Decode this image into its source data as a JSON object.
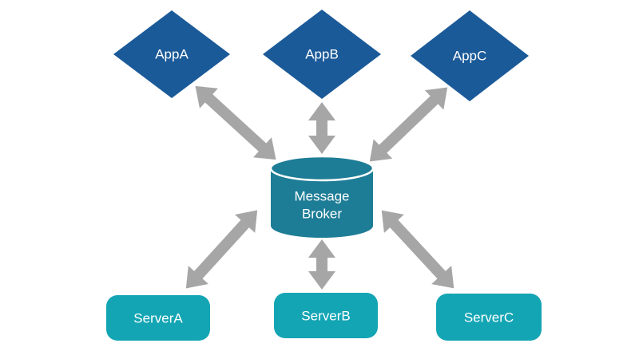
{
  "diagram": {
    "type": "architecture-diagram",
    "apps": [
      {
        "label": "AppA"
      },
      {
        "label": "AppB"
      },
      {
        "label": "AppC"
      }
    ],
    "broker": {
      "label": "Message Broker",
      "label_line1": "Message",
      "label_line2": "Broker"
    },
    "servers": [
      {
        "label": "ServerA"
      },
      {
        "label": "ServerB"
      },
      {
        "label": "ServerC"
      }
    ],
    "connections": [
      {
        "from": "AppA",
        "to": "Message Broker",
        "style": "double-arrow"
      },
      {
        "from": "AppB",
        "to": "Message Broker",
        "style": "double-arrow"
      },
      {
        "from": "AppC",
        "to": "Message Broker",
        "style": "double-arrow"
      },
      {
        "from": "ServerA",
        "to": "Message Broker",
        "style": "double-arrow"
      },
      {
        "from": "ServerB",
        "to": "Message Broker",
        "style": "double-arrow"
      },
      {
        "from": "ServerC",
        "to": "Message Broker",
        "style": "double-arrow"
      }
    ],
    "colors": {
      "app_fill": "#1b5a98",
      "broker_fill": "#1e7d96",
      "server_fill": "#14a5b4",
      "arrow": "#a6a6a6",
      "label_text": "#ffffff",
      "background": "#ffffff"
    }
  }
}
